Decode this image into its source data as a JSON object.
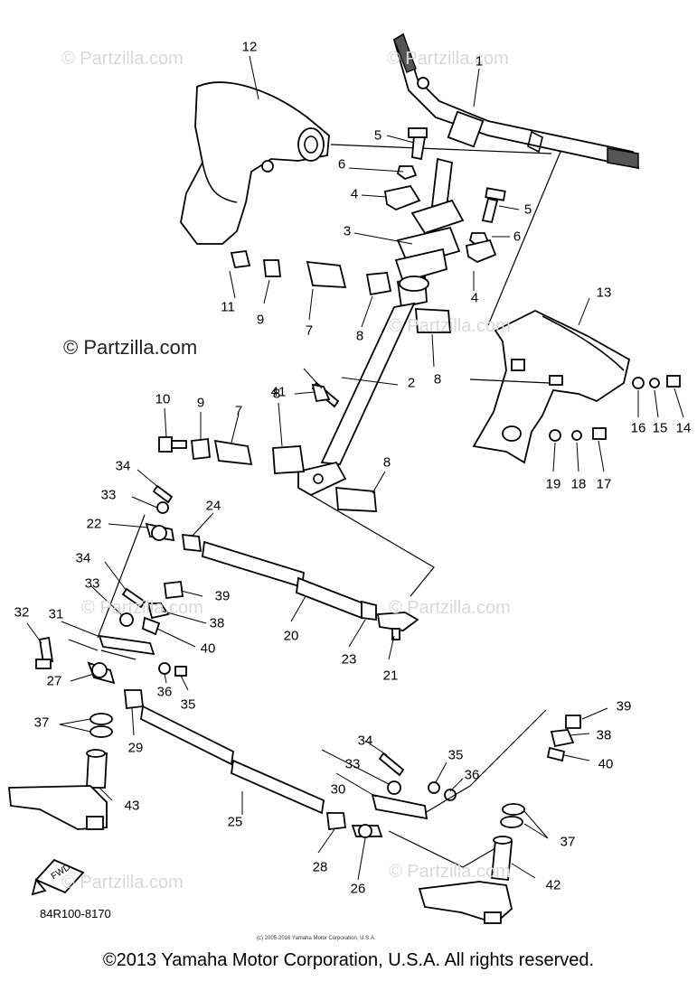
{
  "watermark": {
    "brand": "© Partzilla.com"
  },
  "diagram_code": "84R100-8170",
  "fwd_label": "FWD",
  "small_copyright": "(c) 2005-2016 Yamaha Motor Corporation, U.S.A.",
  "footer": "©2013 Yamaha Motor Corporation, U.S.A. All rights reserved.",
  "callouts": [
    "1",
    "2",
    "3",
    "4",
    "4",
    "5",
    "5",
    "6",
    "6",
    "7",
    "7",
    "8",
    "8",
    "8",
    "8",
    "9",
    "9",
    "10",
    "11",
    "12",
    "13",
    "14",
    "15",
    "16",
    "17",
    "18",
    "19",
    "20",
    "21",
    "22",
    "23",
    "24",
    "25",
    "26",
    "27",
    "28",
    "29",
    "30",
    "31",
    "32",
    "33",
    "33",
    "33",
    "34",
    "34",
    "34",
    "35",
    "35",
    "36",
    "36",
    "37",
    "37",
    "38",
    "38",
    "39",
    "39",
    "40",
    "40",
    "41",
    "42",
    "43"
  ]
}
